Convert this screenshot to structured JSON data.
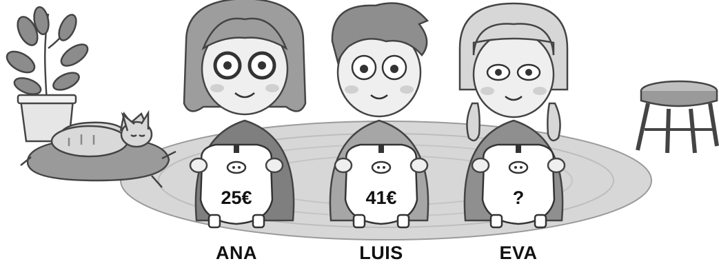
{
  "children": [
    {
      "name": "ANA",
      "amount": "25€"
    },
    {
      "name": "LUIS",
      "amount": "41€"
    },
    {
      "name": "EVA",
      "amount": "?"
    }
  ]
}
